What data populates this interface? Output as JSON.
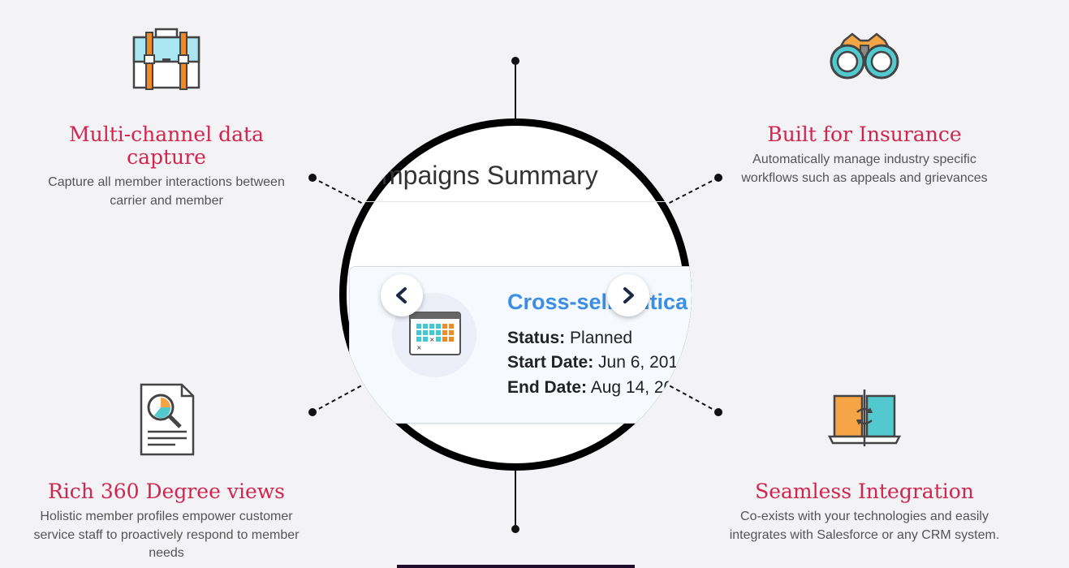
{
  "features": {
    "top_left": {
      "icon": "briefcase-icon",
      "title": "Multi-channel data capture",
      "text": "Capture all member interactions between carrier and member"
    },
    "top_right": {
      "icon": "binoculars-icon",
      "title": "Built for Insurance",
      "text": "Automatically manage industry specific workflows such as appeals and grievances"
    },
    "bottom_left": {
      "icon": "document-search-icon",
      "title": "Rich 360 Degree views",
      "text": "Holistic member profiles empower customer service staff to proactively respond to member needs"
    },
    "bottom_right": {
      "icon": "sync-devices-icon",
      "title": "Seamless Integration",
      "text": "Co-exists with your technologies and easily integrates with Salesforce or any CRM system."
    }
  },
  "lens": {
    "panel_title": "mpaigns Summary",
    "card_title": "Cross-sell Critica",
    "status_label": "Status:",
    "status_value": "Planned",
    "start_label": "Start Date:",
    "start_value": "Jun 6, 201",
    "end_label": "End Date:",
    "end_value": "Aug 14, 20",
    "prev_icon": "chevron-left-icon",
    "next_icon": "chevron-right-icon"
  },
  "colors": {
    "accent": "#d2244f",
    "link": "#3a8ee6",
    "background": "#f3f3f5"
  }
}
